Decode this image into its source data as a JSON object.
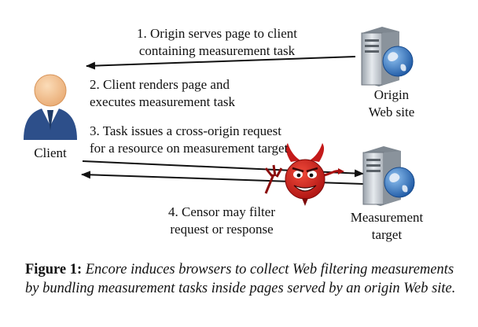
{
  "diagram": {
    "nodes": {
      "client": {
        "label": "Client"
      },
      "origin": {
        "label_line1": "Origin",
        "label_line2": "Web site"
      },
      "target": {
        "label_line1": "Measurement",
        "label_line2": "target"
      }
    },
    "steps": {
      "step1": {
        "line1": "1. Origin serves page to client",
        "line2": "containing measurement task"
      },
      "step2": {
        "line1": "2. Client renders page and",
        "line2": "executes measurement task"
      },
      "step3": {
        "line1": "3. Task issues a cross-origin request",
        "line2": "for a resource on measurement target"
      },
      "step4": {
        "line1": "4. Censor may filter",
        "line2": "request or response"
      }
    },
    "colors": {
      "client_head": "#f6c79b",
      "client_body": "#2d4f8a",
      "censor": "#d41e1e",
      "server_body": "#c9cfd6",
      "globe": "#3b78c4"
    },
    "icons": [
      "person-icon",
      "server-icon",
      "globe-icon",
      "devil-icon"
    ]
  },
  "caption": {
    "label": "Figure 1:",
    "text": "Encore induces browsers to collect Web filtering measurements by bundling measurement tasks inside pages served by an origin Web site."
  }
}
